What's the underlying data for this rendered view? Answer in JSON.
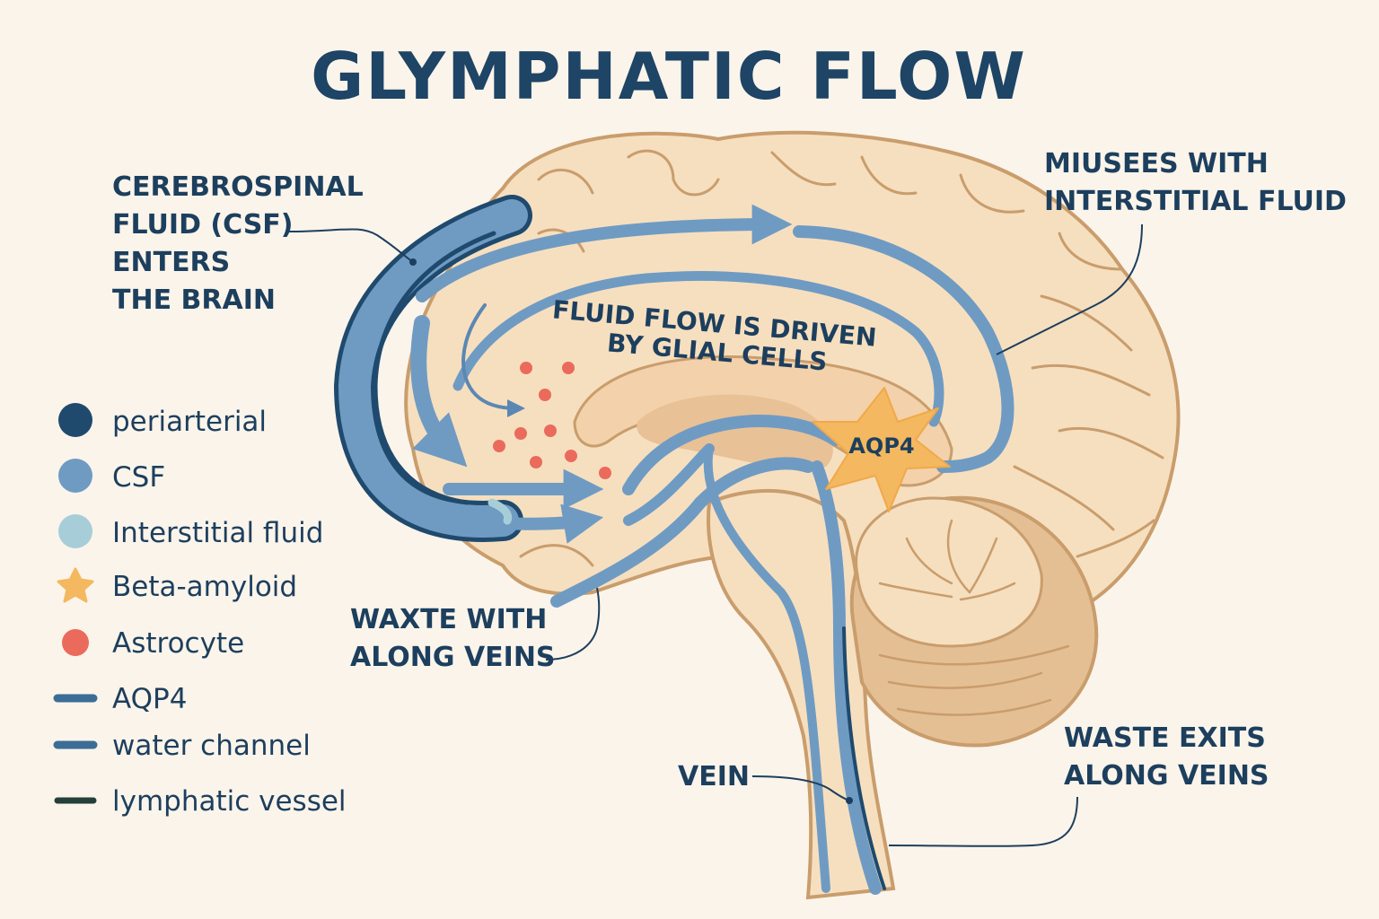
{
  "title": "GLYMPHATIC FLOW",
  "labels": {
    "csf_enters": [
      "CEREBROSPINAL",
      "FLUID (CSF)",
      "ENTERS",
      "THE BRAIN"
    ],
    "mixes": [
      "MIUSEES WITH",
      "INTERSTITIAL FLUID"
    ],
    "driven": [
      "FLUID FLOW IS DRIVEN",
      "BY GLIAL CELLS"
    ],
    "aqp4": "AQP4",
    "waste_with": [
      "WAXTE WITH",
      "ALONG VEINS"
    ],
    "vein": "VEIN",
    "waste_exits": [
      "WASTE EXITS",
      "ALONG VEINS"
    ]
  },
  "legend": [
    {
      "label": "periarterial",
      "marker": "circle",
      "color": "#1f4a6e"
    },
    {
      "label": "CSF",
      "marker": "circle",
      "color": "#6f9bc3"
    },
    {
      "label": "Interstitial fluid",
      "marker": "circle",
      "color": "#a7ced8"
    },
    {
      "label": "Beta-amyloid",
      "marker": "star",
      "color": "#f4b860"
    },
    {
      "label": "Astrocyte",
      "marker": "circle",
      "color": "#ea6b5c"
    },
    {
      "label": "AQP4",
      "marker": "line",
      "color": "#3b6d96"
    },
    {
      "label": "water channel",
      "marker": "line",
      "color": "#3b6d96"
    },
    {
      "label": "lymphatic vessel",
      "marker": "line",
      "color": "#253f3a"
    }
  ],
  "colors": {
    "background": "#fbf4ea",
    "brain_fill": "#f6dfbf",
    "brain_outline": "#c99d6c",
    "csf_blue": "#6f9bc3",
    "dark_blue": "#1f4a6e",
    "amyloid": "#f4b860",
    "astrocyte": "#ea6b5c"
  }
}
